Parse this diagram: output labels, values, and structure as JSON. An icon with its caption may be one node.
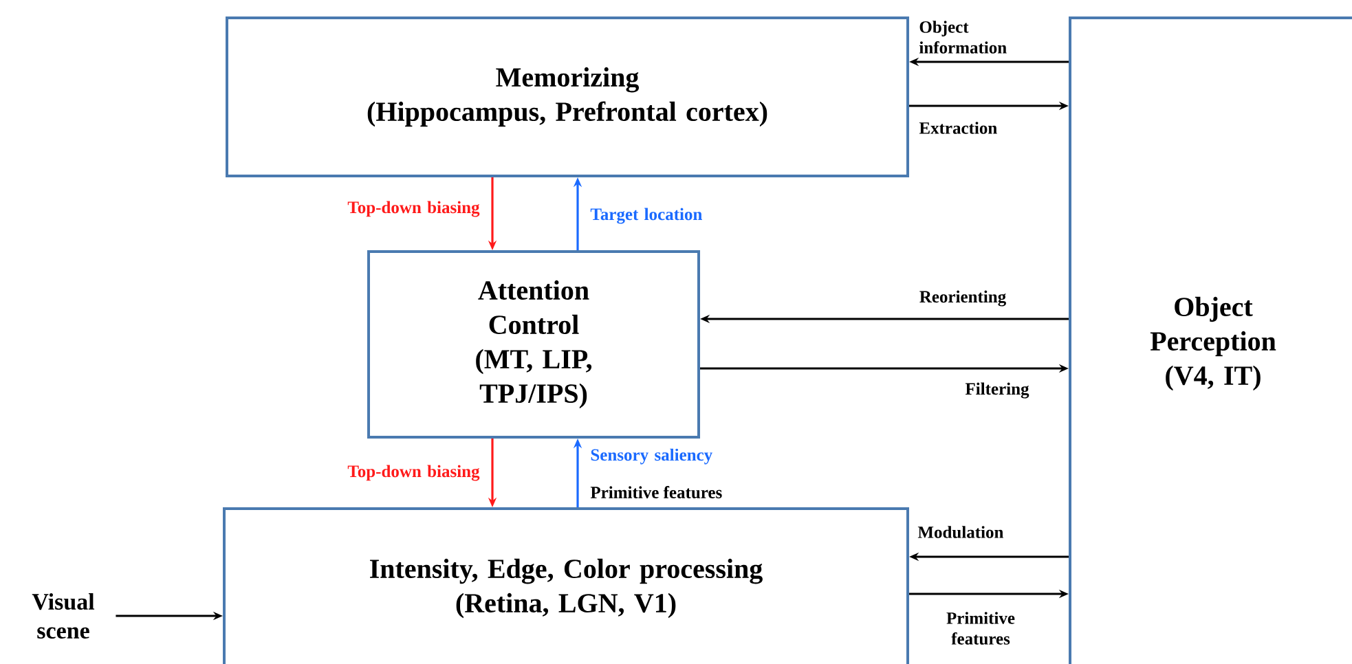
{
  "diagram": {
    "nodes": [
      {
        "text": [
          "Memorizing",
          "(Hippocampus, Prefrontal cortex)"
        ]
      },
      {
        "text": [
          "Attention Control",
          "(MT, LIP, TPJ/IPS)"
        ]
      },
      {
        "text": [
          "Intensity, Edge, Color processing",
          "(Retina, LGN, V1)"
        ]
      },
      {
        "text": [
          "Object Perception",
          "(V4, IT)"
        ]
      },
      {
        "text": [
          "Visual scene"
        ]
      }
    ],
    "edges": [
      {
        "from": 3,
        "to": 0,
        "arrow": "to",
        "label": "Object information"
      },
      {
        "from": 0,
        "to": 3,
        "arrow": "to",
        "label": "Extraction"
      },
      {
        "from": 0,
        "to": 1,
        "arrow": "to",
        "label": "Top-down biasing",
        "color": "#ff1a1a"
      },
      {
        "from": 1,
        "to": 0,
        "arrow": "to",
        "label": "Target location",
        "color": "#1a6aff"
      },
      {
        "from": 3,
        "to": 1,
        "arrow": "to",
        "label": "Reorienting"
      },
      {
        "from": 1,
        "to": 3,
        "arrow": "to",
        "label": "Filtering"
      },
      {
        "from": 1,
        "to": 2,
        "arrow": "to",
        "label": "Top-down biasing",
        "color": "#ff1a1a"
      },
      {
        "from": 2,
        "to": 1,
        "arrow": "to",
        "label": "Sensory saliency",
        "color": "#1a6aff"
      },
      {
        "from": 3,
        "to": 2,
        "arrow": "to",
        "label": "Modulation"
      },
      {
        "from": 2,
        "to": 3,
        "arrow": "to",
        "label": "Primitive features"
      },
      {
        "from": 4,
        "to": 2,
        "arrow": "to"
      }
    ],
    "labels": [
      "Primitive features"
    ]
  }
}
